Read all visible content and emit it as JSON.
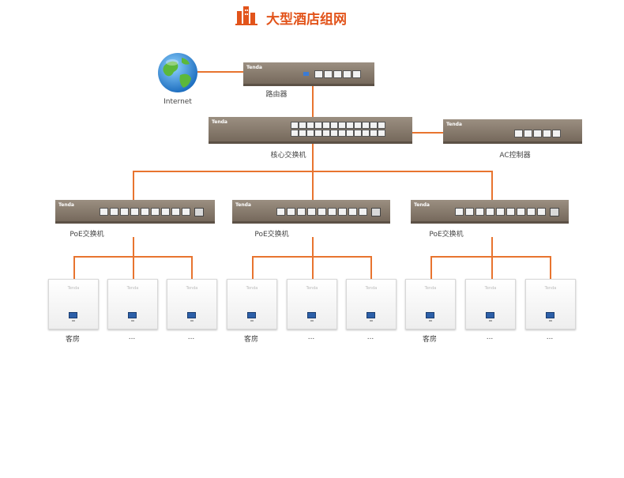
{
  "title": "大型酒店组网",
  "colors": {
    "title": "#e2541b",
    "link": "#e8742f",
    "device_body": "#8a7d70",
    "ap_port": "#2c5fa8"
  },
  "nodes": {
    "internet": {
      "label": "Internet",
      "icon": "globe-icon"
    },
    "router": {
      "label": "路由器",
      "brand": "Tenda"
    },
    "core_switch": {
      "label": "核心交换机",
      "brand": "Tenda"
    },
    "ac_controller": {
      "label": "AC控制器",
      "brand": "Tenda"
    },
    "poe_switches": [
      {
        "label": "PoE交换机",
        "brand": "Tenda"
      },
      {
        "label": "PoE交换机",
        "brand": "Tenda"
      },
      {
        "label": "PoE交换机",
        "brand": "Tenda"
      }
    ],
    "ap_brand": "Tenda",
    "ap_groups": [
      [
        "客房",
        "...",
        "..."
      ],
      [
        "客房",
        "...",
        "..."
      ],
      [
        "客房",
        "...",
        "..."
      ]
    ]
  }
}
